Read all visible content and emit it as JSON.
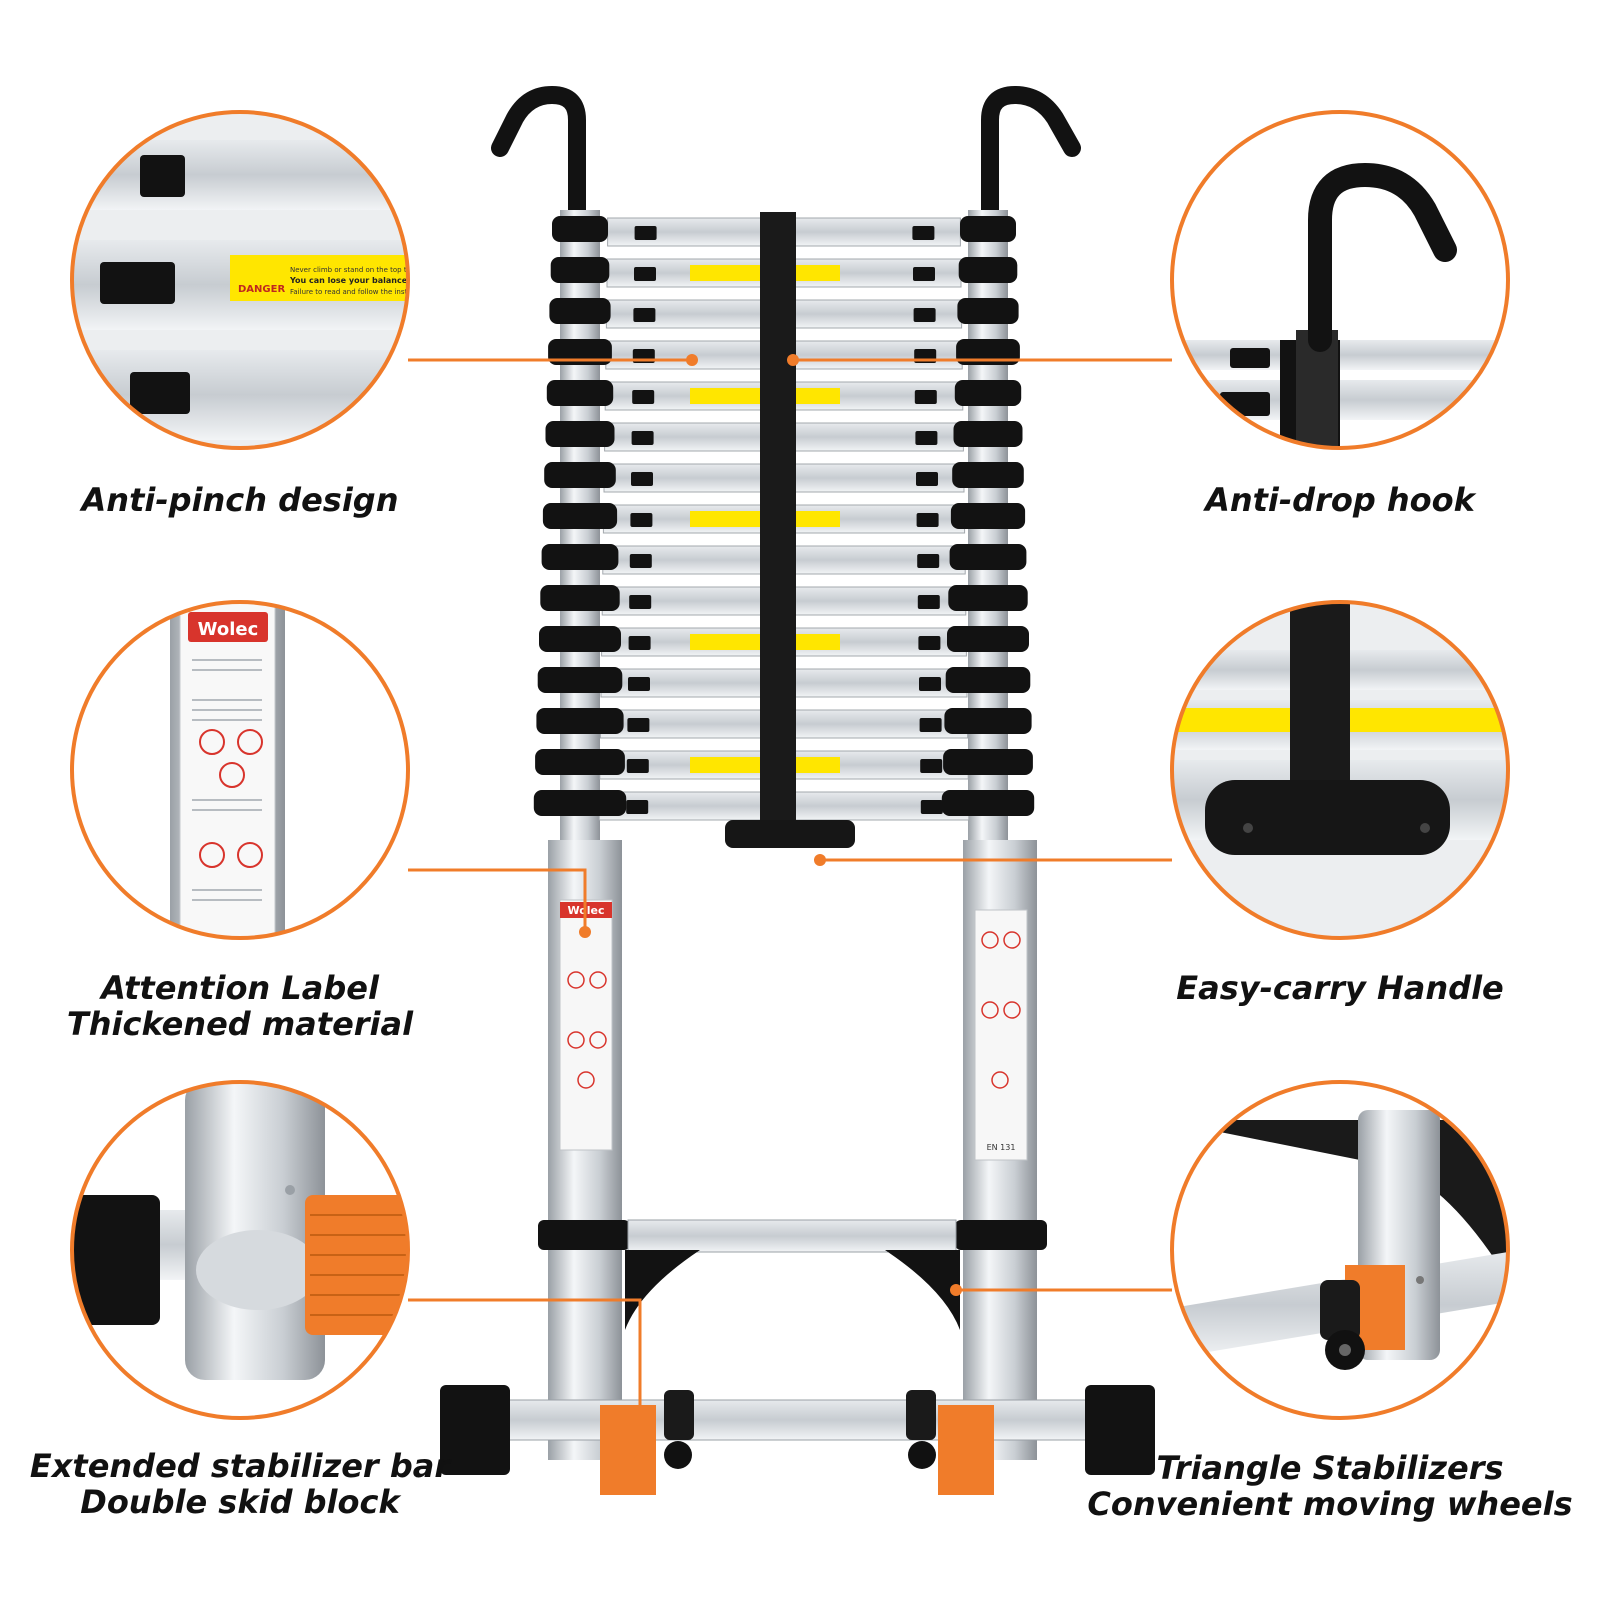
{
  "colors": {
    "accent": "#F07C2A",
    "metal": "#C9CED3",
    "metal_light": "#E9ECEF",
    "rubber": "#121212",
    "warning_label": "#FFE600",
    "text": "#111111"
  },
  "features": [
    {
      "lines": [
        "Anti-pinch design"
      ]
    },
    {
      "lines": [
        "Anti-drop hook"
      ]
    },
    {
      "lines": [
        "Attention Label",
        "Thickened material"
      ]
    },
    {
      "lines": [
        "Easy-carry Handle"
      ]
    },
    {
      "lines": [
        "Extended stabilizer bar",
        "Double skid block"
      ]
    },
    {
      "lines": [
        "Triangle Stabilizers",
        "Convenient moving wheels"
      ]
    }
  ],
  "label_text": {
    "brand": "Wolec",
    "danger": "DANGER",
    "warning_line_1": "Never climb or stand on the top three",
    "warning_line_2": "You can lose your balance",
    "warning_line_3": "Failure to read and follow the instructions",
    "standard": "EN 131"
  }
}
